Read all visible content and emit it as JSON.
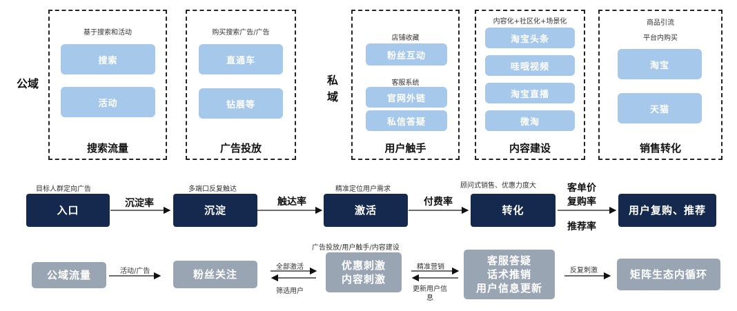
{
  "public": {
    "side_label": "公域",
    "box1": {
      "caption": "基于搜索和活动",
      "items": [
        "搜索",
        "活动"
      ],
      "title": "搜索流量"
    },
    "box2": {
      "caption": "购买搜索广告/广告",
      "items": [
        "直通车",
        "钻展等"
      ],
      "title": "广告投放"
    }
  },
  "private": {
    "side_label": "私域",
    "box3": {
      "caption1": "店铺收藏",
      "item1": "粉丝互动",
      "caption2": "客服系统",
      "item2": "官网外链",
      "item3": "私信答疑",
      "title": "用户触手"
    },
    "box4": {
      "caption": "内容化+社区化+场景化",
      "items": [
        "淘宝头条",
        "哇哦视频",
        "淘宝直播",
        "微淘"
      ],
      "title": "内容建设"
    },
    "box5": {
      "caption1": "商品引流",
      "caption2": "平台内购买",
      "items": [
        "淘宝",
        "天猫"
      ],
      "title": "销售转化"
    }
  },
  "flow": {
    "nodes": [
      "入口",
      "沉淀",
      "激活",
      "转化",
      "用户复购、推荐"
    ],
    "captions": [
      "目标人群定向广告",
      "多端口反复触达",
      "精准定位用户需求",
      "顾问式销售、优惠力度大"
    ],
    "edges": [
      "沉淀率",
      "触达率",
      "付费率"
    ],
    "last_edge_top": "客单价",
    "last_edge_mid": "复购率",
    "last_edge_bottom": "推荐率"
  },
  "bottom": {
    "nodes": [
      "公域流量",
      "粉丝关注",
      "优惠刺激\n内容刺激",
      "客服答疑\n话术推销\n用户信息更新",
      "矩阵生态内循环"
    ],
    "caption_top": "广告投放/用户触手/内容建设",
    "edge1": "活动/广告",
    "edge2_top": "全部激活",
    "edge2_bottom": "筛选用户",
    "edge3_top": "精准营销",
    "edge3_bottom": "更新用户信\n息",
    "edge4": "反复刺激"
  }
}
